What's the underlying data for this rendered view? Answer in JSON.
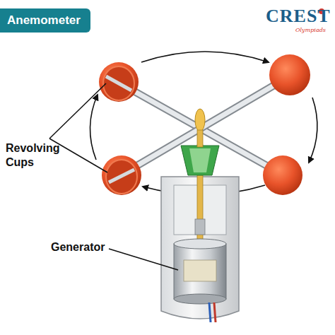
{
  "diagram": {
    "title": "Anemometer",
    "labels": [
      "Revolving Cups",
      "Generator",
      "CREST",
      "Olympiads"
    ]
  }
}
